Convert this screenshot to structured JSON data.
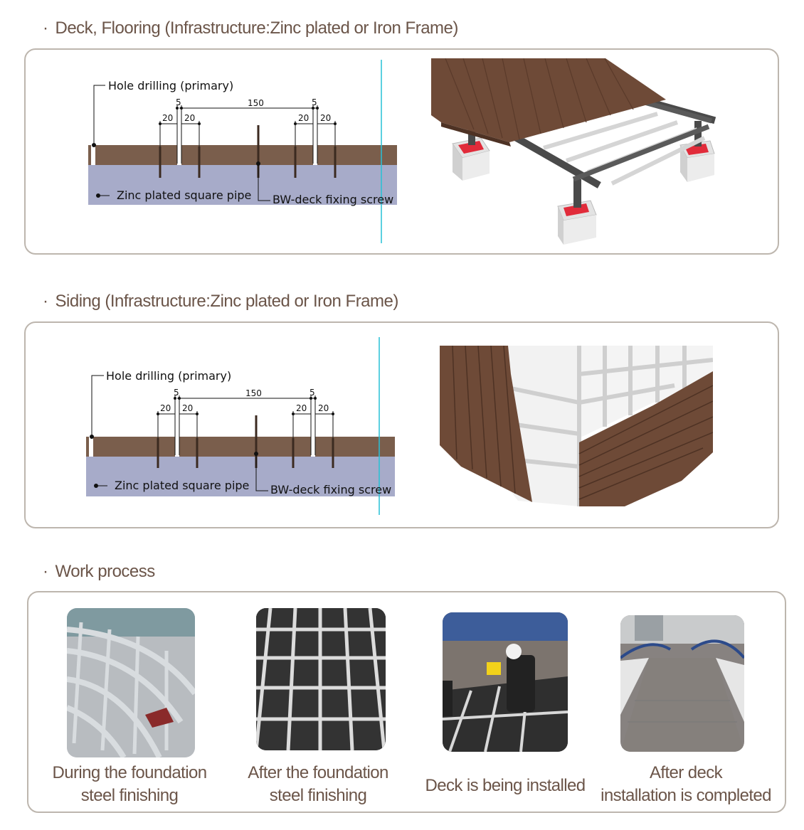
{
  "sections": {
    "deck": {
      "title": "Deck, Flooring (Infrastructure:Zinc plated or Iron Frame)",
      "labels": {
        "hole": "Hole drilling (primary)",
        "pipe": "Zinc plated square pipe",
        "screw": "BW-deck fixing screw",
        "dim_150": "150",
        "dim_5": "5",
        "dim_20": "20"
      }
    },
    "siding": {
      "title": "Siding (Infrastructure:Zinc plated or Iron Frame)",
      "labels": {
        "hole": "Hole drilling (primary)",
        "pipe": "Zinc plated square pipe",
        "screw": "BW-deck fixing screw",
        "dim_150": "150",
        "dim_5": "5",
        "dim_20": "20"
      }
    },
    "process": {
      "title": "Work process",
      "steps": [
        {
          "line1": "During the foundation",
          "line2": "steel finishing"
        },
        {
          "line1": "After the foundation",
          "line2": "steel finishing"
        },
        {
          "line1": "Deck is being installed",
          "line2": ""
        },
        {
          "line1": "After deck",
          "line2": "installation is completed"
        }
      ]
    }
  },
  "colors": {
    "wood": "#7a5e4c",
    "pipe": "#a7abc9",
    "frame": "#4a4a4a",
    "title": "#6b5549",
    "border": "#bdb6ae"
  },
  "bullet": "·"
}
